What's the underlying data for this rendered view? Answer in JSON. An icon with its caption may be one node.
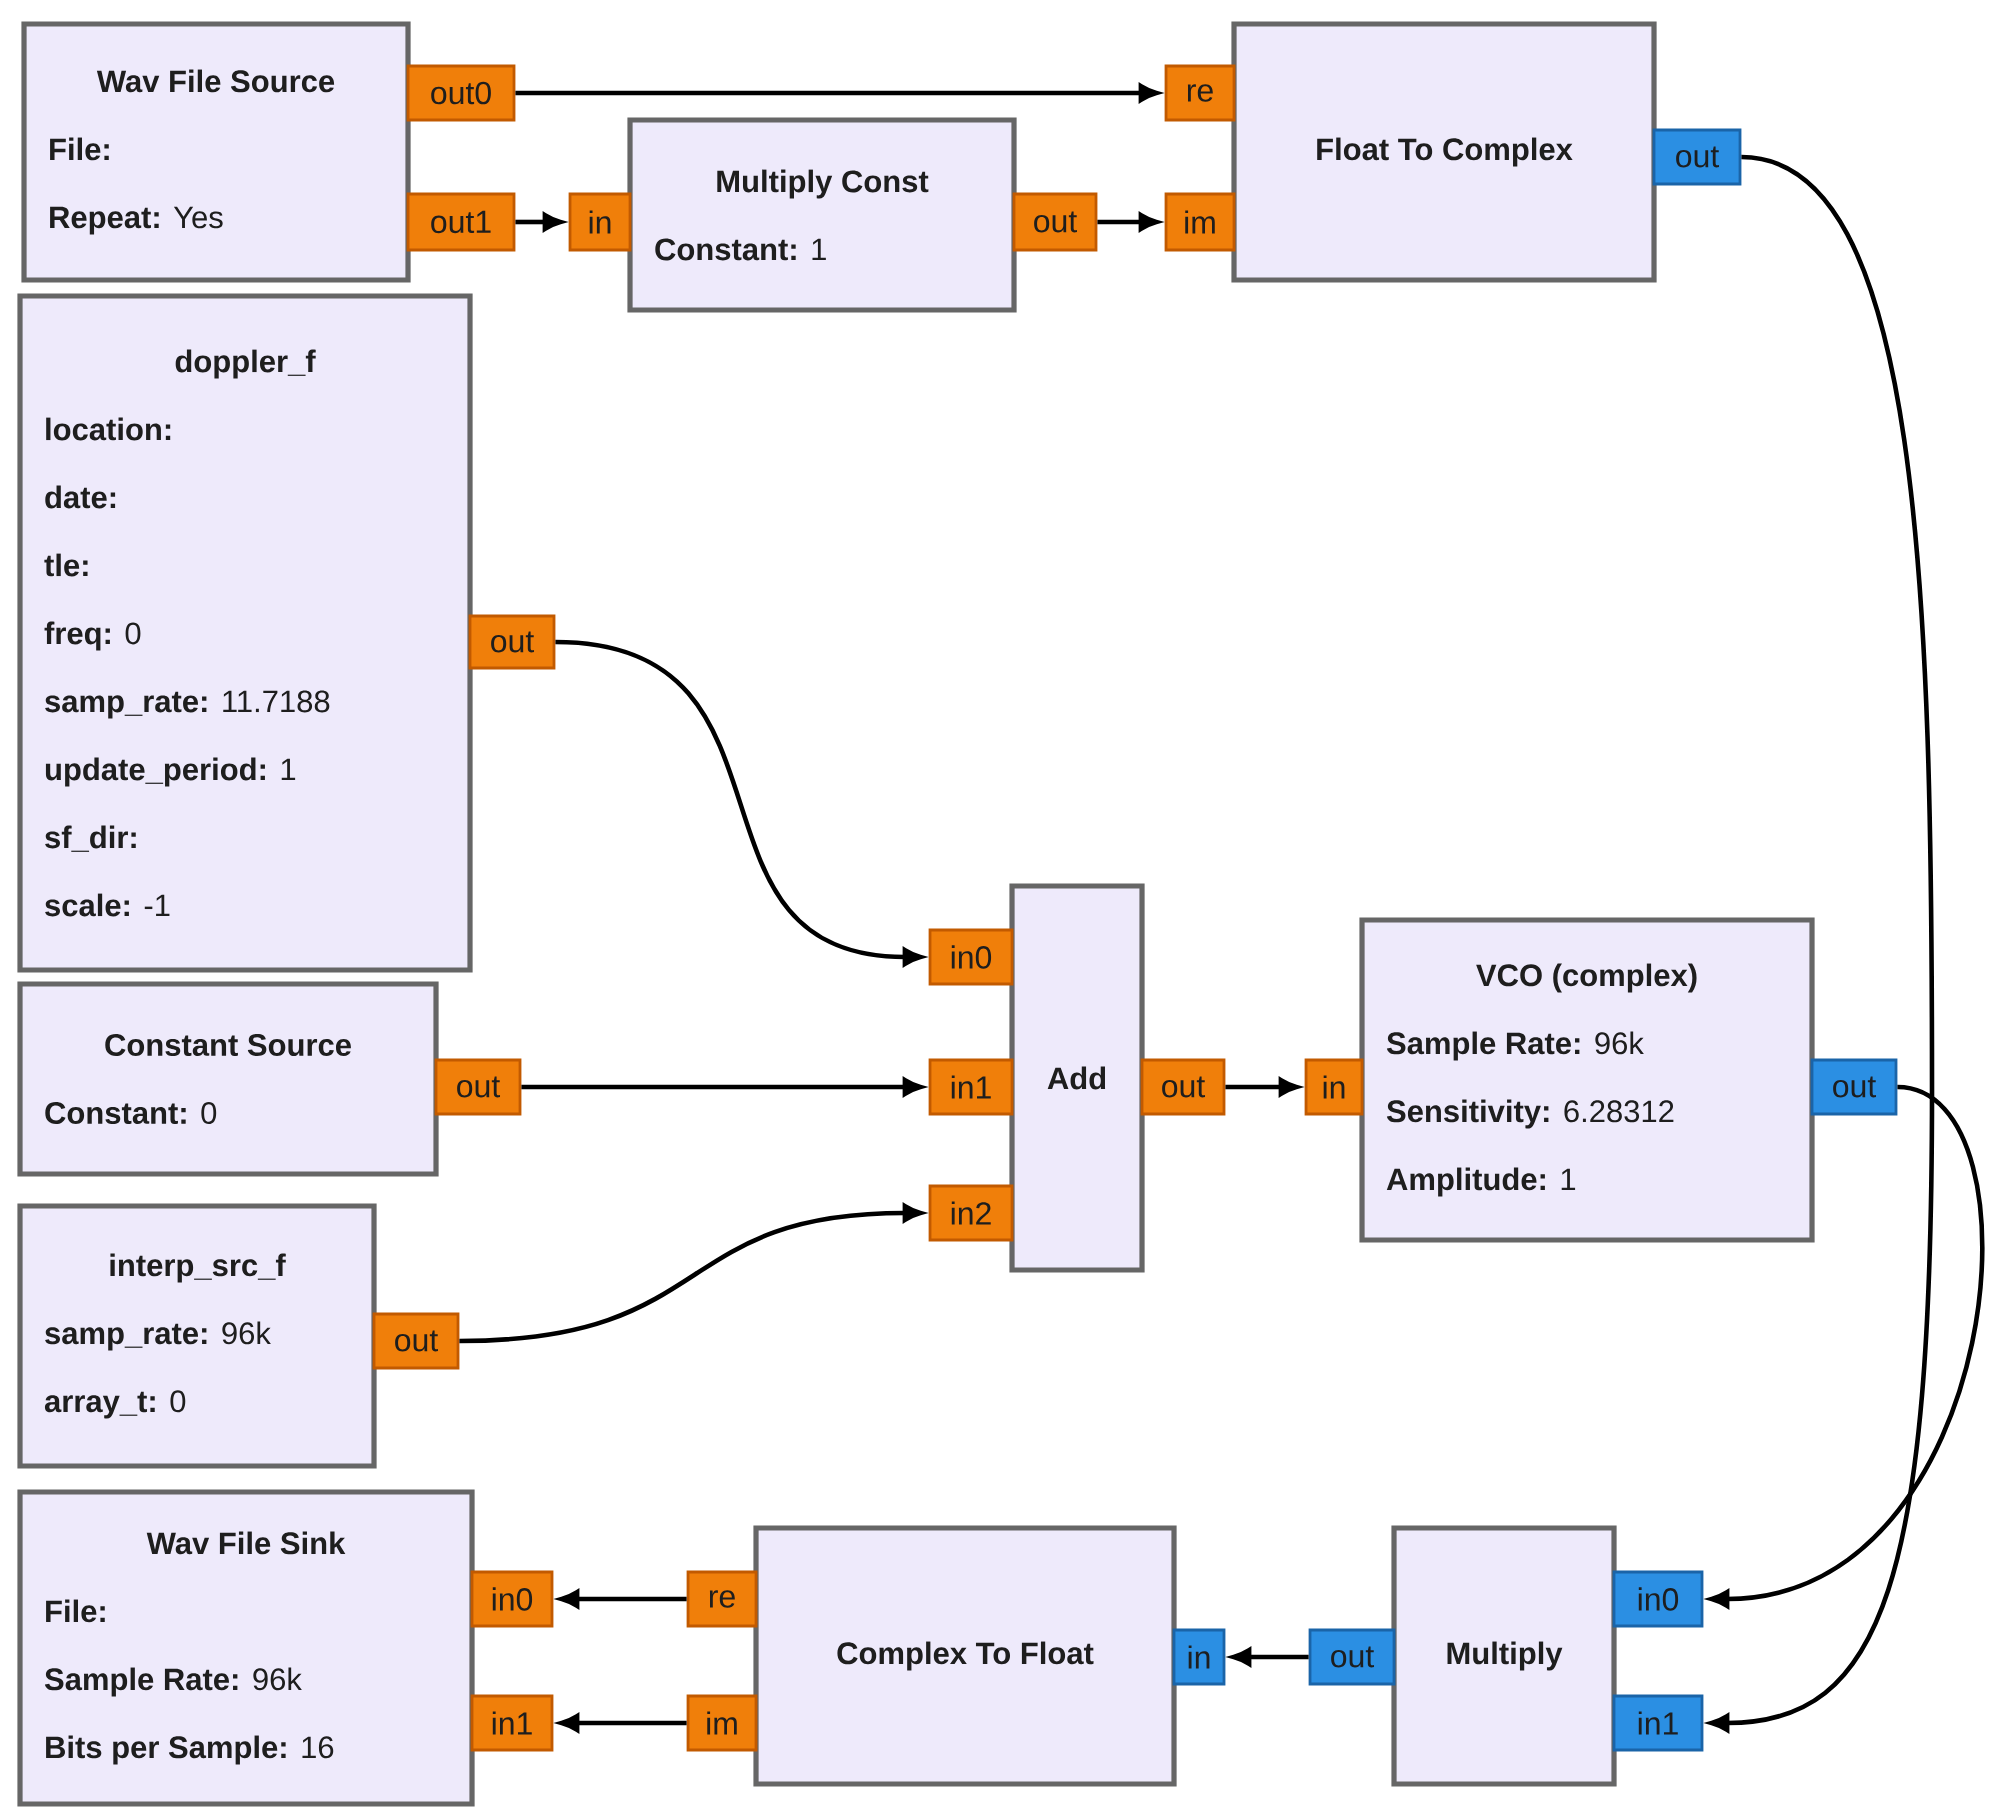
{
  "diagram": {
    "nodes": [
      {
        "text": [
          "Wav File Source",
          "**File:**",
          "**Repeat:** Yes"
        ]
      },
      {
        "text": [
          "Multiply Const",
          "**Constant:** 1"
        ]
      },
      {
        "text": [
          "Float To Complex"
        ]
      },
      {
        "text": [
          "doppler_f",
          "**location:**",
          "**date:**",
          "**tle:**",
          "**freq:** 0",
          "**samp_rate:** 11.7188",
          "**update_period:** 1",
          "**sf_dir:**",
          "**scale:** -1"
        ]
      },
      {
        "text": [
          "Constant Source",
          "**Constant:** 0"
        ]
      },
      {
        "text": [
          "interp_src_f",
          "**samp_rate:** 96k",
          "**array_t:** 0"
        ]
      },
      {
        "text": [
          "Add"
        ]
      },
      {
        "text": [
          "VCO (complex)",
          "**Sample Rate:** 96k",
          "**Sensitivity:** 6.28312",
          "**Amplitude:** 1"
        ]
      },
      {
        "text": [
          "Wav File Sink",
          "**File:**",
          "**Sample Rate:** 96k",
          "**Bits per Sample:** 16"
        ]
      },
      {
        "text": [
          "Complex To Float"
        ]
      },
      {
        "text": [
          "Multiply"
        ]
      },
      {
        "text": [
          "out0"
        ]
      },
      {
        "text": [
          "out1"
        ]
      },
      {
        "text": [
          "in"
        ]
      },
      {
        "text": [
          "out"
        ]
      },
      {
        "text": [
          "re"
        ]
      },
      {
        "text": [
          "im"
        ]
      },
      {
        "text": [
          "out"
        ]
      },
      {
        "text": [
          "out"
        ]
      },
      {
        "text": [
          "out"
        ]
      },
      {
        "text": [
          "out"
        ]
      },
      {
        "text": [
          "in0"
        ]
      },
      {
        "text": [
          "in1"
        ]
      },
      {
        "text": [
          "in2"
        ]
      },
      {
        "text": [
          "out"
        ]
      },
      {
        "text": [
          "in"
        ]
      },
      {
        "text": [
          "out"
        ]
      },
      {
        "text": [
          "in0"
        ]
      },
      {
        "text": [
          "in1"
        ]
      },
      {
        "text": [
          "re"
        ]
      },
      {
        "text": [
          "im"
        ]
      },
      {
        "text": [
          "in"
        ]
      },
      {
        "text": [
          "out"
        ]
      },
      {
        "text": [
          "in0"
        ]
      },
      {
        "text": [
          "in1"
        ]
      }
    ],
    "edges": [
      {
        "from": 11,
        "to": 15,
        "arrow": "to"
      },
      {
        "from": 12,
        "to": 13,
        "arrow": "to"
      },
      {
        "from": 14,
        "to": 16,
        "arrow": "to"
      },
      {
        "from": 26,
        "to": 33,
        "arrow": "to"
      },
      {
        "from": 17,
        "to": 34,
        "arrow": "to"
      },
      {
        "from": 18,
        "to": 21,
        "arrow": "to"
      },
      {
        "from": 19,
        "to": 22,
        "arrow": "to"
      },
      {
        "from": 20,
        "to": 23,
        "arrow": "to"
      },
      {
        "from": 24,
        "to": 25,
        "arrow": "to"
      },
      {
        "from": 29,
        "to": 27,
        "arrow": "to"
      },
      {
        "from": 30,
        "to": 28,
        "arrow": "to"
      },
      {
        "from": 32,
        "to": 31,
        "arrow": "to"
      }
    ]
  }
}
